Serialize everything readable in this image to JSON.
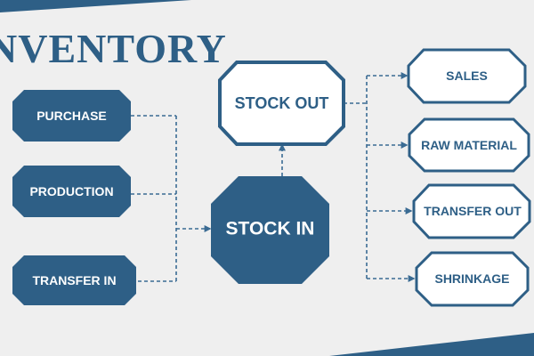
{
  "title": "NVENTORY",
  "colors": {
    "primary": "#2e5f86",
    "background": "#efefef",
    "line": "#3a6b93",
    "white": "#ffffff"
  },
  "sources": [
    {
      "label": "PURCHASE"
    },
    {
      "label": "PRODUCTION"
    },
    {
      "label": "TRANSFER IN"
    }
  ],
  "hub": {
    "stock_in": "STOCK IN",
    "stock_out": "STOCK OUT"
  },
  "outputs": [
    {
      "label": "SALES"
    },
    {
      "label": "RAW MATERIAL"
    },
    {
      "label": "TRANSFER OUT"
    },
    {
      "label": "SHRINKAGE"
    }
  ]
}
